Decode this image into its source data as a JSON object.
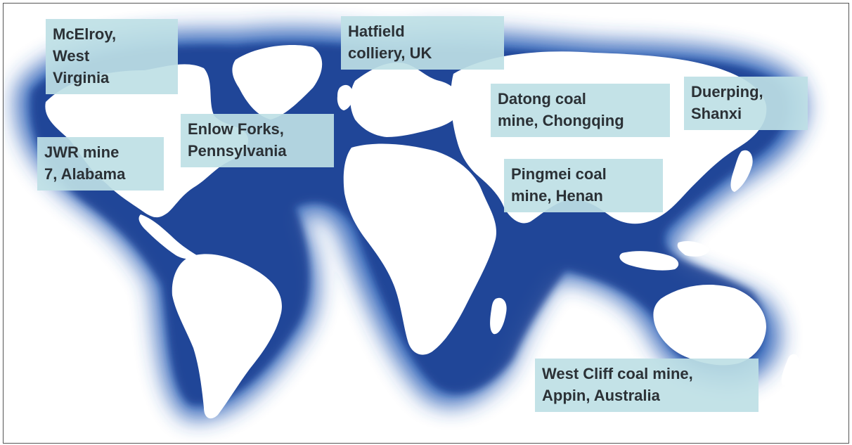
{
  "map": {
    "colors": {
      "ocean_glow": "#2f62b8",
      "ocean_dark": "#1b3f92",
      "land": "#ffffff",
      "label_bg": "#bee0e5",
      "label_text": "#2b3136"
    },
    "labels": [
      {
        "id": "mcelroy",
        "text": "McElroy,\nWest\nVirginia"
      },
      {
        "id": "enlow",
        "text": "Enlow Forks,\nPennsylvania"
      },
      {
        "id": "jwr",
        "text": "JWR mine\n7, Alabama"
      },
      {
        "id": "hatfield",
        "text": "Hatfield\ncolliery, UK"
      },
      {
        "id": "datong",
        "text": "Datong coal\nmine, Chongqing"
      },
      {
        "id": "duerping",
        "text": "Duerping,\nShanxi"
      },
      {
        "id": "pingmei",
        "text": "Pingmei coal\nmine, Henan"
      },
      {
        "id": "westcliff",
        "text": "West Cliff coal mine,\nAppin, Australia"
      }
    ]
  }
}
